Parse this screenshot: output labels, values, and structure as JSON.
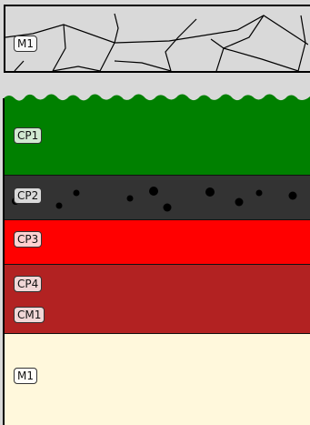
{
  "layers": {
    "top": {
      "label": "M1",
      "fill": "#d9d9d9",
      "pattern": "cracks"
    },
    "cp1": {
      "label": "CP1",
      "fill": "#008000"
    },
    "cp2": {
      "label": "CP2",
      "fill": "#333333",
      "pattern": "dots"
    },
    "cp3": {
      "label": "CP3",
      "fill": "#ff0000"
    },
    "cp4": {
      "label": "CP4",
      "fill": "#b22222"
    },
    "cm1": {
      "label": "CM1"
    },
    "m1_bottom": {
      "label": "M1",
      "fill": "#fff8dc"
    }
  },
  "colors": {
    "background": "#d9d9d9",
    "outline": "#000000"
  }
}
